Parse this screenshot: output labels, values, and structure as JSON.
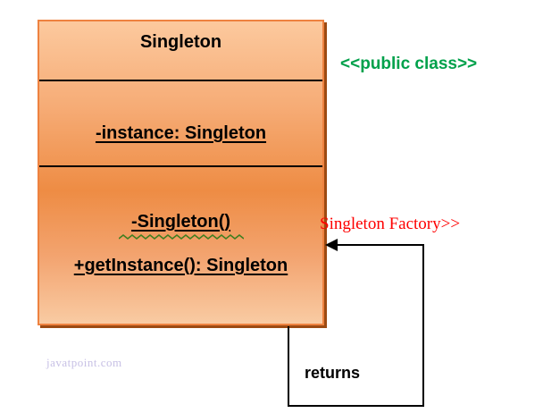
{
  "colors": {
    "box-border": "#ee8240",
    "box-shadow": "#9c4a12",
    "box-top": "#fcc99e",
    "box-mid": "#ee8c44",
    "box-bottom": "#f9cba3",
    "stereotype-green": "#00a14b",
    "factory-red": "#fe0000",
    "squiggle-green": "#3f7e1f",
    "watermark-lavender": "#c7c0e5",
    "line-black": "#000000"
  },
  "class_box": {
    "title": "Singleton",
    "attribute": "-instance: Singleton",
    "constructor_method": "-Singleton()",
    "getinstance_method": "+getInstance(): Singleton"
  },
  "annotations": {
    "stereotype": "<<public class>>",
    "factory": "Singleton Factory>>",
    "returns": "returns",
    "watermark": "javatpoint.com"
  }
}
